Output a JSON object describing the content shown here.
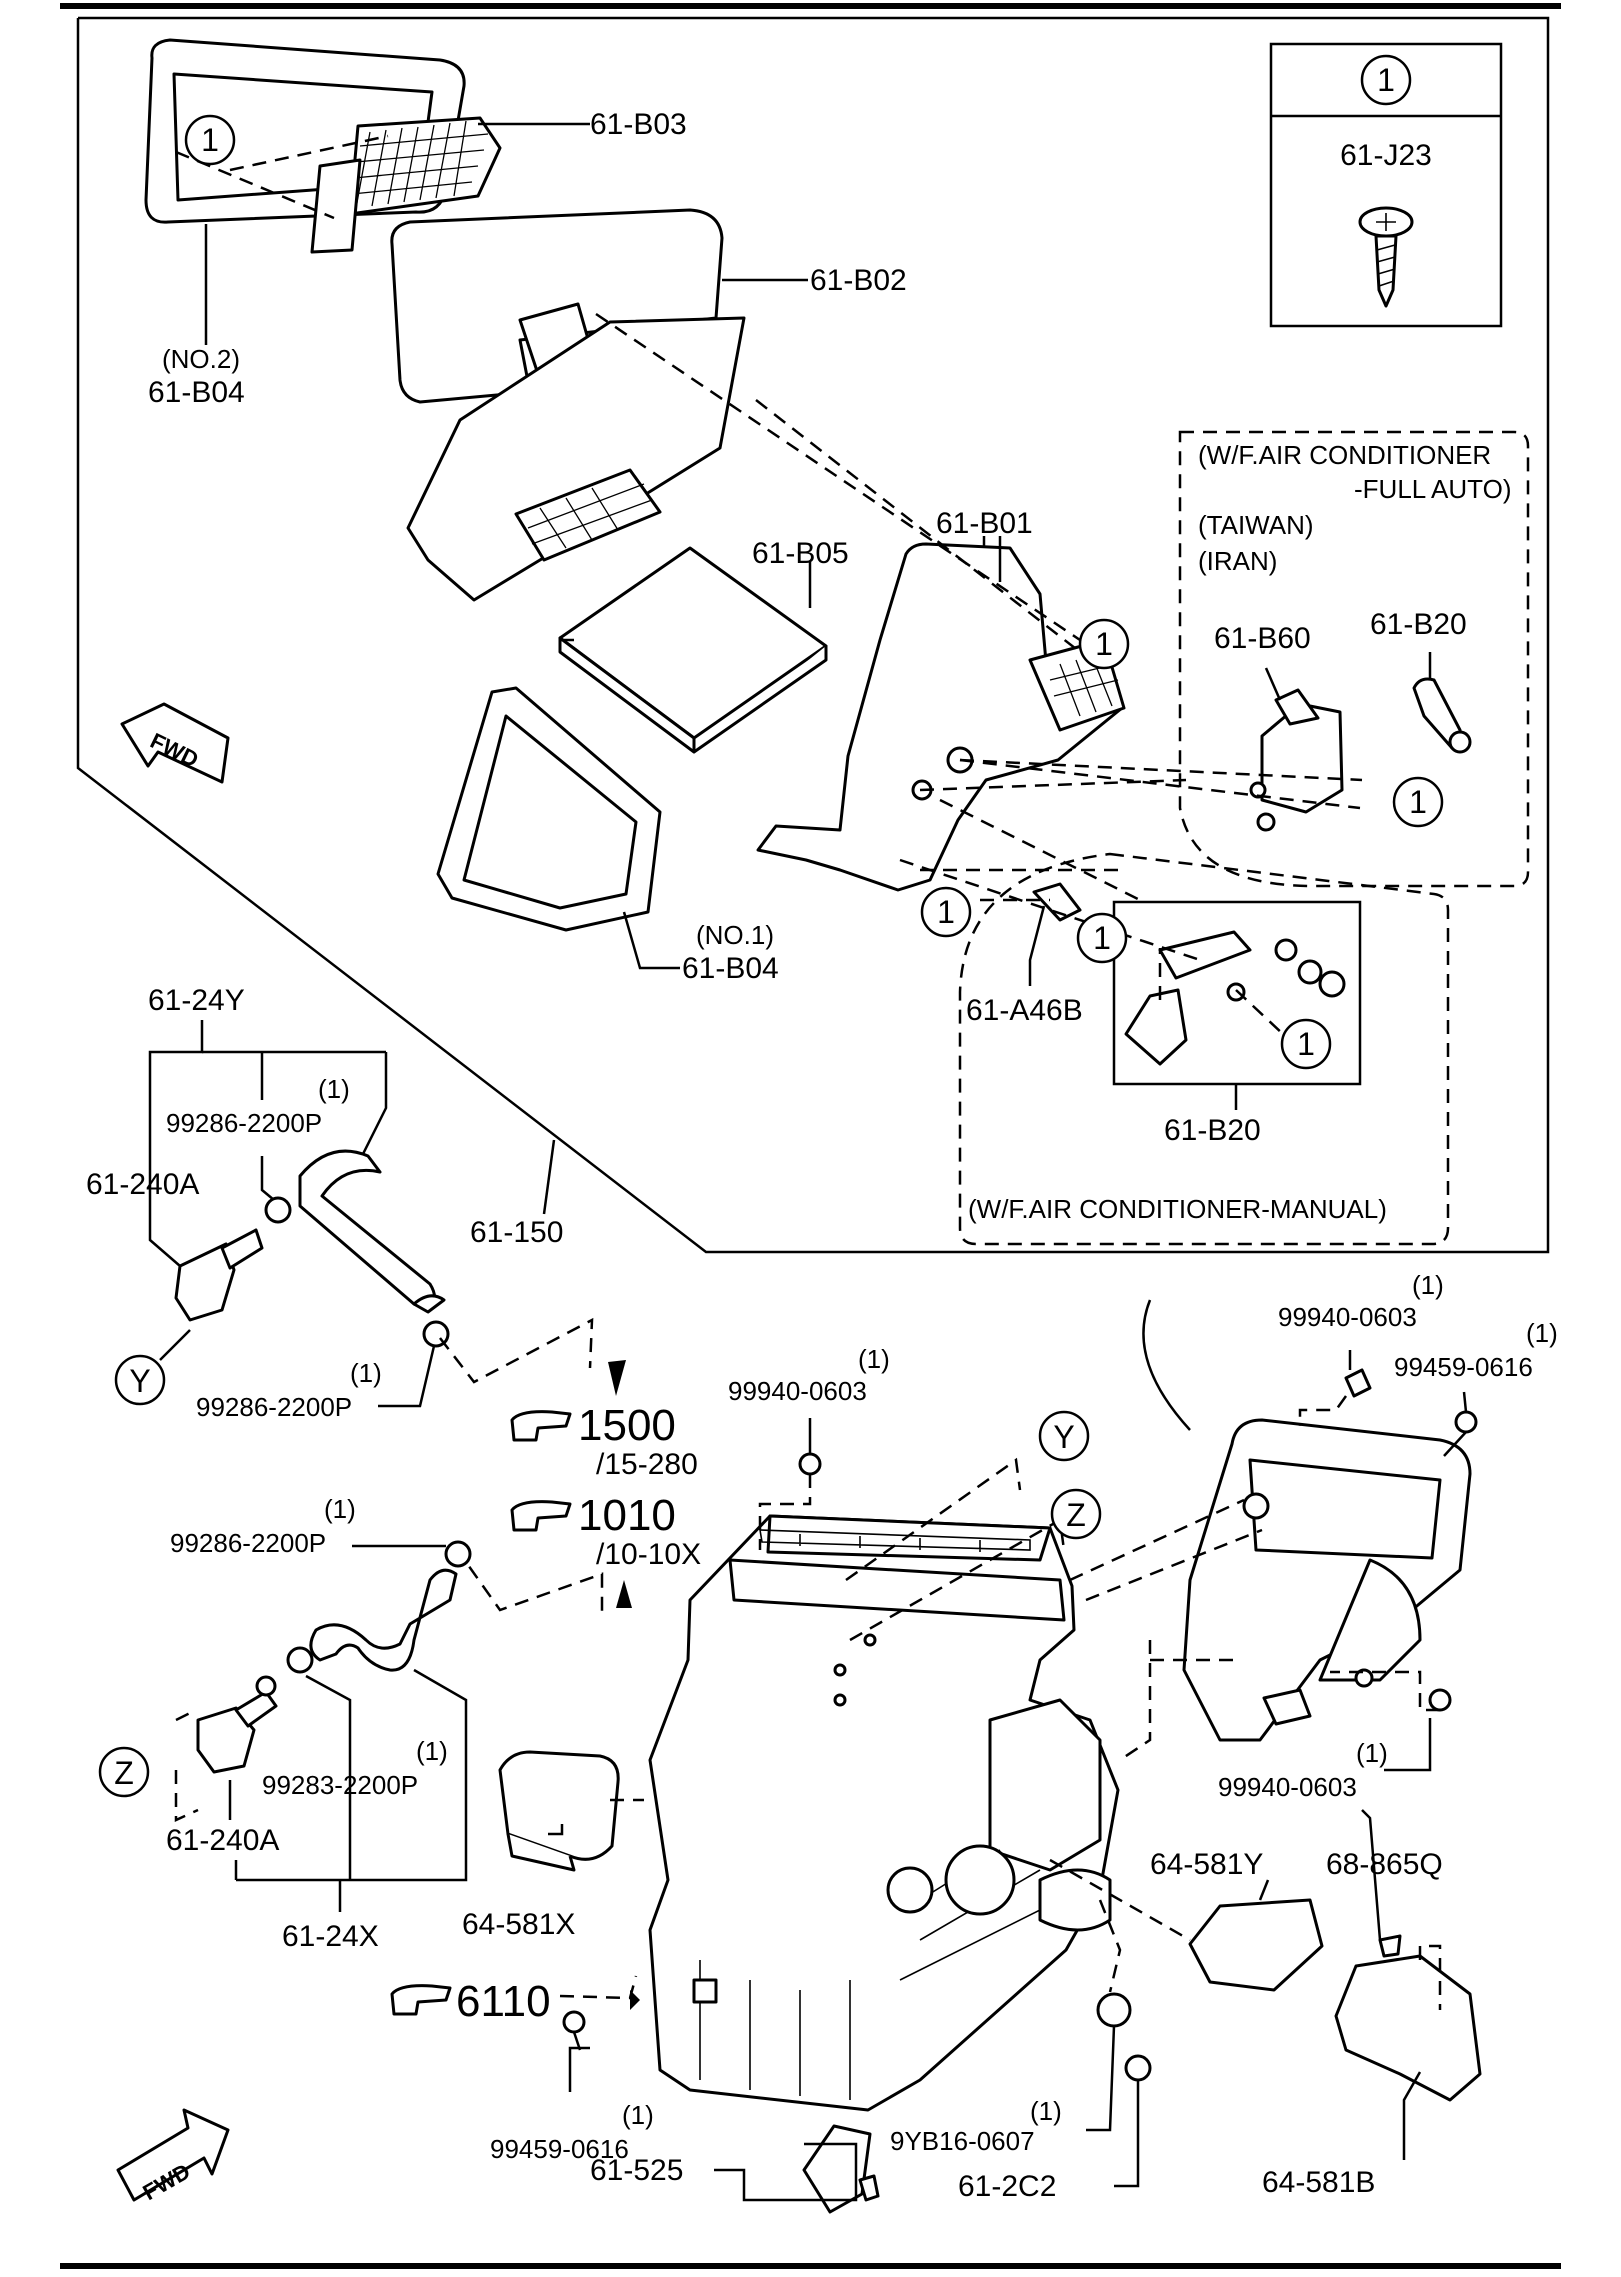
{
  "legend": {
    "circle": "1",
    "part": "61-J23"
  },
  "labels": {
    "b03": "61-B03",
    "b02": "61-B02",
    "b04_no2_qual": "(NO.2)",
    "b04_no2": "61-B04",
    "b05": "61-B05",
    "b01": "61-B01",
    "b04_no1_qual": "(NO.1)",
    "b04_no1": "61-B04",
    "fwd_top": "FWD",
    "fwd_bottom": "FWD",
    "auto_title1": "(W/F.AIR CONDITIONER",
    "auto_title2": "-FULL AUTO)",
    "taiwan": "(TAIWAN)",
    "iran": "(IRAN)",
    "b60": "61-B60",
    "b20_auto": "61-B20",
    "a46b": "61-A46B",
    "b20_manual": "61-B20",
    "manual_title": "(W/F.AIR CONDITIONER-MANUAL)",
    "l24y": "61-24Y",
    "clamp_top_q": "(1)",
    "clamp_top": "99286-2200P",
    "l240a_top": "61-240A",
    "l150": "61-150",
    "clamp_y_q": "(1)",
    "clamp_y": "99286-2200P",
    "circle_y": "Y",
    "ref1500": "1500",
    "ref1500_sub": "/15-280",
    "ref1010": "1010",
    "ref1010_sub": "/10-10X",
    "clamp_mid_q": "(1)",
    "clamp_mid": "99286-2200P",
    "circle_z": "Z",
    "clamp_283_q": "(1)",
    "clamp_283": "99283-2200P",
    "l240a_bot": "61-240A",
    "l24x": "61-24X",
    "nut_center_q": "(1)",
    "nut_center": "99940-0603",
    "circle_y2": "Y",
    "circle_z2": "Z",
    "nut_tr_q": "(1)",
    "nut_tr": "99940-0603",
    "bolt_tr_q": "(1)",
    "bolt_tr": "99459-0616",
    "nut_r_q": "(1)",
    "nut_r": "99940-0603",
    "l581x": "64-581X",
    "ref6110": "6110",
    "l581y": "64-581Y",
    "l865q": "68-865Q",
    "bolt_bl_q": "(1)",
    "bolt_bl": "99459-0616",
    "yb16_q": "(1)",
    "yb16": "9YB16-0607",
    "l2c2": "61-2C2",
    "l581b": "64-581B",
    "l525": "61-525"
  }
}
